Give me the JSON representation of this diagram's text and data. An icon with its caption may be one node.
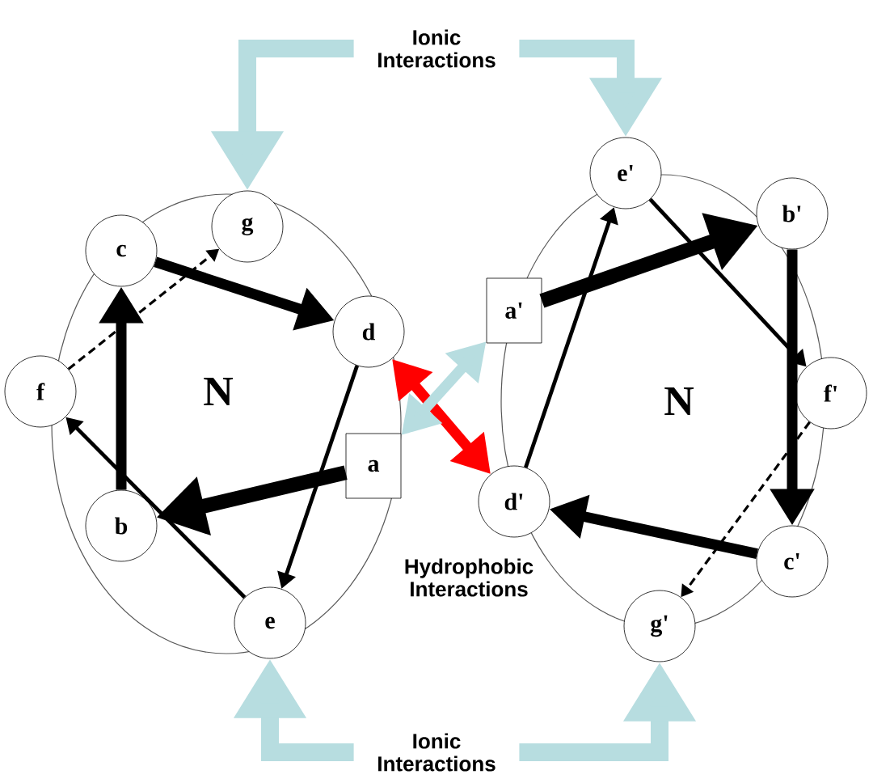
{
  "diagram": {
    "nodes": [
      {
        "text": [
          "Ionic Interactions"
        ]
      },
      {
        "text": [
          "g"
        ]
      },
      {
        "text": [
          "c"
        ]
      },
      {
        "text": [
          "e'"
        ]
      },
      {
        "text": [
          "b'"
        ]
      },
      {
        "text": [
          "d"
        ]
      },
      {
        "text": [
          "a'"
        ]
      },
      {
        "text": [
          "f"
        ]
      },
      {
        "text": [
          "a"
        ]
      },
      {
        "text": [
          "f'"
        ]
      },
      {
        "text": [
          "d'"
        ]
      },
      {
        "text": [
          "b"
        ]
      },
      {
        "text": [
          "c'"
        ]
      },
      {
        "text": [
          "e"
        ]
      },
      {
        "text": [
          "g'"
        ]
      },
      {
        "text": [
          "Ionic Interactions"
        ]
      }
    ],
    "edges": [
      {
        "from": 0,
        "to": 1,
        "arrow": "to",
        "color": "#b7dde0"
      },
      {
        "from": 0,
        "to": 3,
        "arrow": "to",
        "color": "#b7dde0"
      },
      {
        "from": 8,
        "to": 11,
        "arrow": "to"
      },
      {
        "from": 11,
        "to": 2,
        "arrow": "to"
      },
      {
        "from": 2,
        "to": 5,
        "arrow": "to"
      },
      {
        "from": 5,
        "to": 13,
        "arrow": "to"
      },
      {
        "from": 13,
        "to": 7,
        "arrow": "to"
      },
      {
        "from": 7,
        "to": 1,
        "arrow": "to",
        "style": "dashed"
      },
      {
        "from": 6,
        "to": 4,
        "arrow": "to"
      },
      {
        "from": 4,
        "to": 12,
        "arrow": "to"
      },
      {
        "from": 12,
        "to": 10,
        "arrow": "to"
      },
      {
        "from": 10,
        "to": 3,
        "arrow": "to"
      },
      {
        "from": 3,
        "to": 9,
        "arrow": "to"
      },
      {
        "from": 9,
        "to": 14,
        "arrow": "to",
        "style": "dashed"
      },
      {
        "from": 5,
        "to": 10,
        "arrow": "both",
        "color": "#ff0000"
      },
      {
        "from": 8,
        "to": 6,
        "arrow": "both",
        "color": "#b7dde0"
      },
      {
        "from": 15,
        "to": 13,
        "arrow": "to",
        "color": "#b7dde0"
      },
      {
        "from": 15,
        "to": 14,
        "arrow": "to",
        "color": "#b7dde0"
      }
    ],
    "labels": [
      "N",
      "N",
      "Hydrophobic Interactions"
    ]
  }
}
